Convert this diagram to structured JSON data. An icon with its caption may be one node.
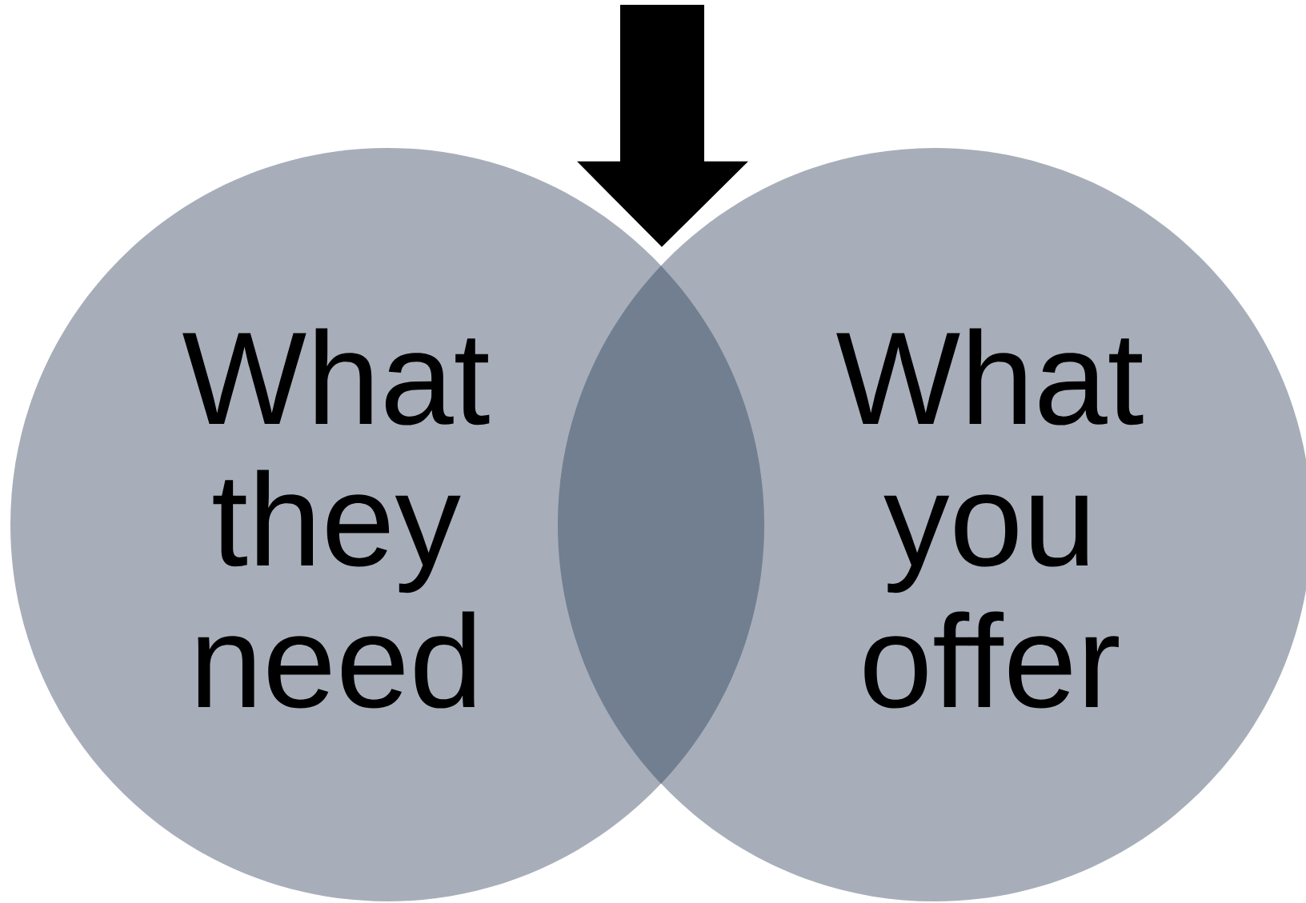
{
  "diagram": {
    "nodes": [
      {
        "text": [
          "What they need"
        ]
      },
      {
        "text": [
          "What you offer"
        ]
      },
      {
        "text": [],
        "shape": "lens"
      }
    ],
    "edges": [
      {
        "from": null,
        "to": 2,
        "arrow": "to"
      }
    ]
  }
}
